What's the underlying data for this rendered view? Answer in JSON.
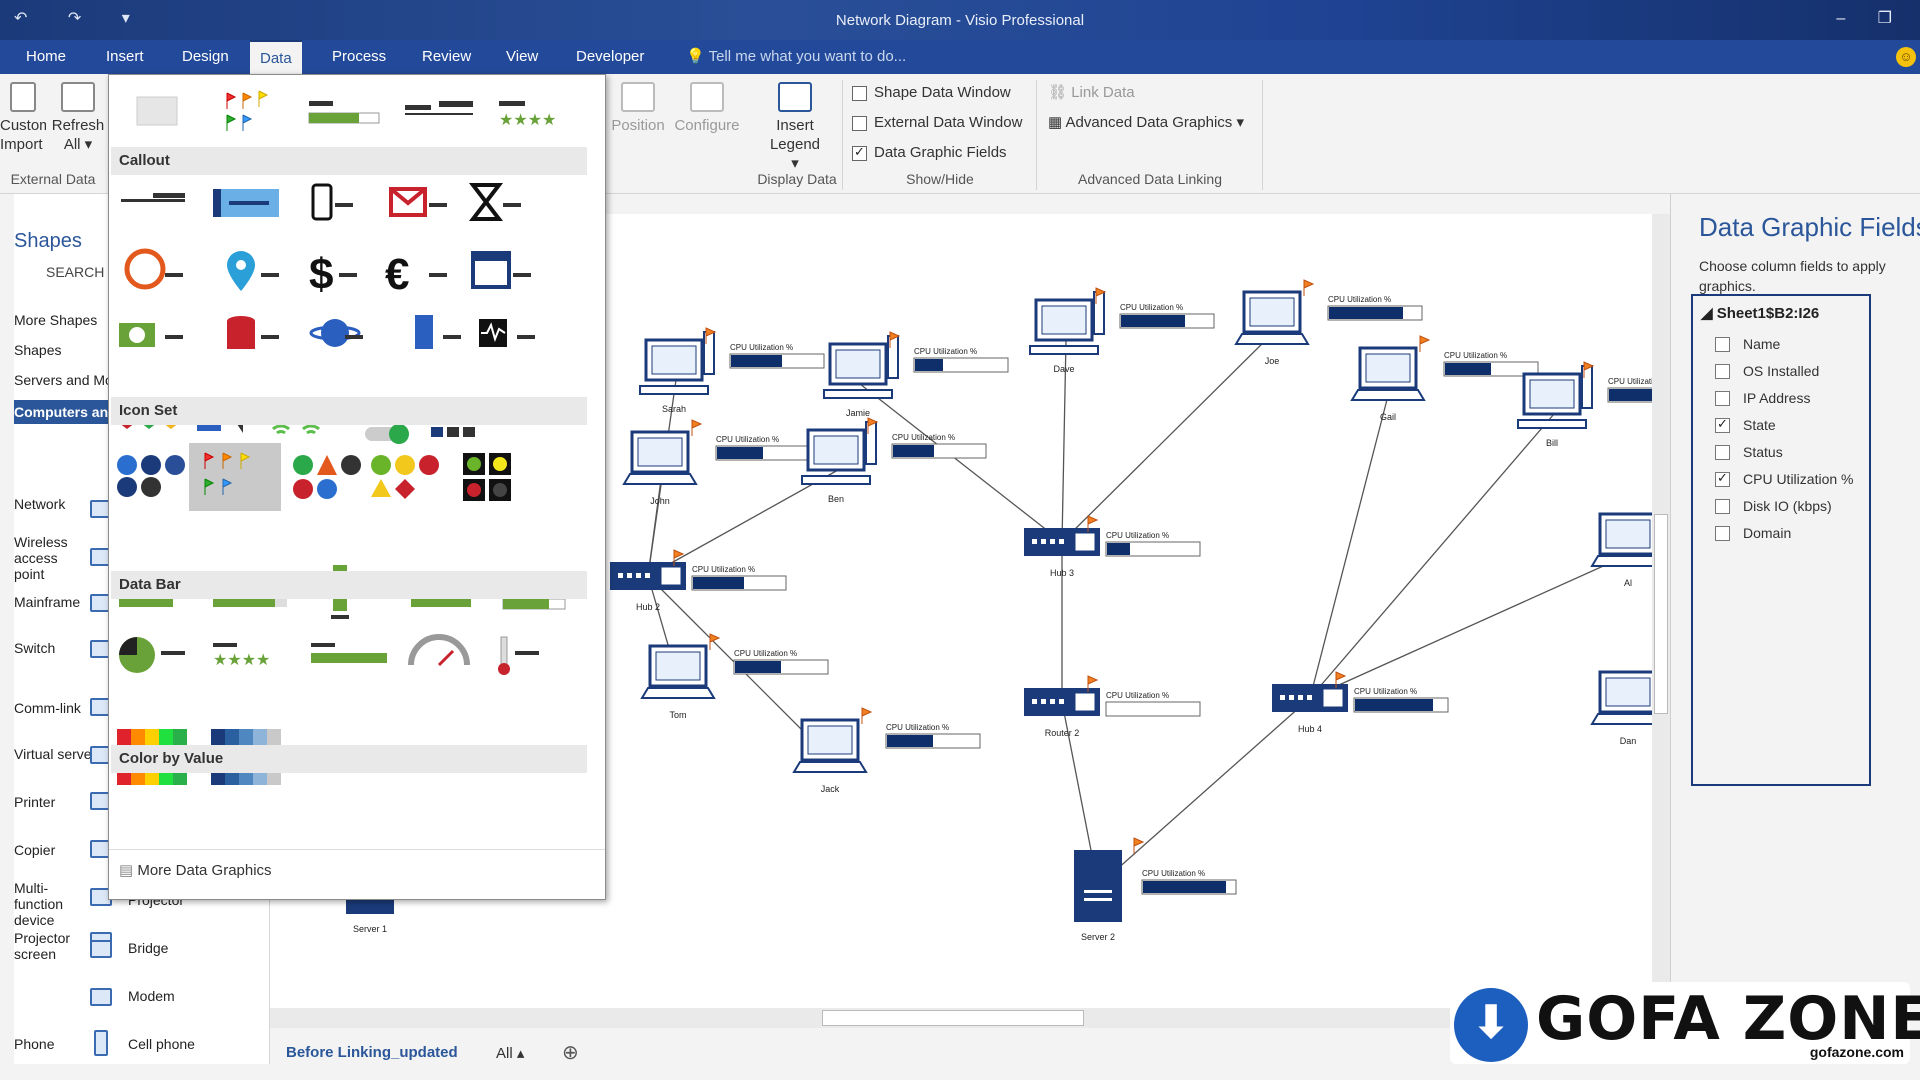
{
  "window": {
    "title": "Network Diagram - Visio Professional",
    "qat": "↶ ↷ ▾",
    "controls": "– ❐"
  },
  "tabs": [
    "Home",
    "Insert",
    "Design",
    "Data",
    "Process",
    "Review",
    "View",
    "Developer"
  ],
  "active_tab": "Data",
  "tell_me": "Tell me what you want to do...",
  "ribbon": {
    "custom_import": "Custom Import",
    "refresh_all": "Refresh All ▾",
    "external_data_group": "External Data",
    "position": "Position",
    "configure": "Configure",
    "insert_legend": "Insert Legend ▾",
    "display_data_group": "Display Data",
    "shape_data_window": "Shape Data Window",
    "external_data_window": "External Data Window",
    "data_graphic_fields": "Data Graphic Fields",
    "showhide_group": "Show/Hide",
    "link_data": "Link Data",
    "advanced_data_graphics": "Advanced Data Graphics ▾",
    "advanced_group": "Advanced Data Linking"
  },
  "shapes_panel": {
    "header": "Shapes",
    "search": "SEARCH",
    "items": [
      "More Shapes",
      "Shapes",
      "Servers and Monitors",
      "Computers and Peripherals",
      "Network",
      "Wireless access point",
      "Mainframe",
      "Switch",
      "Comm-link",
      "Virtual server",
      "Printer",
      "Copier",
      "Multi-function device",
      "Projector screen",
      "Phone"
    ],
    "stencils": [
      "Projector",
      "Bridge",
      "Modem",
      "Cell phone"
    ]
  },
  "gallery": {
    "sections": [
      "Callout",
      "Icon Set",
      "Data Bar",
      "Color by Value"
    ],
    "more": "More Data Graphics"
  },
  "diagram": {
    "cpu_label": "CPU Utilization %",
    "nodes": [
      "Sarah",
      "Jamie",
      "Dave",
      "Joe",
      "Gail",
      "Bill",
      "John",
      "Ben",
      "Hub 3",
      "Hub 2",
      "Tom",
      "Jack",
      "Router 2",
      "Hub 4",
      "Al",
      "Dan",
      "Server 1",
      "Server 2"
    ]
  },
  "pane": {
    "title": "Data Graphic Fields",
    "desc": "Choose column fields to apply graphics.",
    "range": "Sheet1$B2:I26",
    "fields": [
      {
        "name": "Name",
        "checked": false
      },
      {
        "name": "OS Installed",
        "checked": false
      },
      {
        "name": "IP Address",
        "checked": false
      },
      {
        "name": "State",
        "checked": true
      },
      {
        "name": "Status",
        "checked": false
      },
      {
        "name": "CPU Utilization %",
        "checked": true
      },
      {
        "name": "Disk IO (kbps)",
        "checked": false
      },
      {
        "name": "Domain",
        "checked": false
      }
    ]
  },
  "sheet": {
    "name": "Before Linking_updated",
    "all": "All ▴",
    "add": "⊕"
  },
  "logo": {
    "gofa": "GOFA",
    "zone": "ZONE",
    "url": "gofazone.com"
  },
  "colors": {
    "accent": "#2b579a",
    "node": "#1b3a7a",
    "bar": "#0f2f6b"
  }
}
